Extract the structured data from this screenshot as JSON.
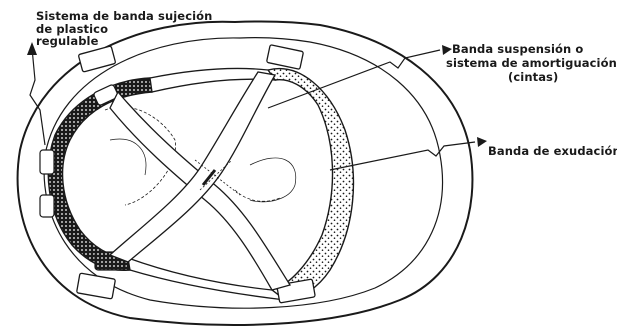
{
  "labels": {
    "plastic_band_line1": "Sistema de banda sujeción",
    "plastic_band_line2": "de plastico",
    "plastic_band_line3": "regulable",
    "suspension_line1": "Banda suspensión o",
    "suspension_line2": "sistema de amortiguación",
    "suspension_line3": "(cintas)",
    "sweatband": "Banda de exudación"
  },
  "colors": {
    "ink": "#1a1a1a",
    "paper": "#ffffff"
  }
}
